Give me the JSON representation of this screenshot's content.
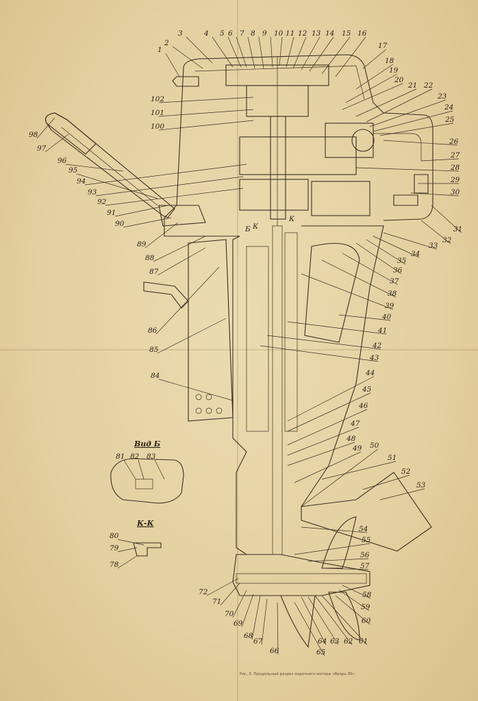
{
  "drawing": {
    "caption": "Рис. 3. Продольный разрез лодочного мотора «Вихрь-30».",
    "views": {
      "view_b": "Вид Б",
      "section_kk": "К-К",
      "section_mark_k": "К",
      "section_mark_b": "Б"
    },
    "callouts": [
      {
        "id": "1",
        "text": "1"
      },
      {
        "id": "2",
        "text": "2"
      },
      {
        "id": "3",
        "text": "3"
      },
      {
        "id": "4",
        "text": "4"
      },
      {
        "id": "5",
        "text": "5"
      },
      {
        "id": "6",
        "text": "6"
      },
      {
        "id": "7",
        "text": "7"
      },
      {
        "id": "8",
        "text": "8"
      },
      {
        "id": "9",
        "text": "9"
      },
      {
        "id": "10",
        "text": "10"
      },
      {
        "id": "11",
        "text": "11"
      },
      {
        "id": "12",
        "text": "12"
      },
      {
        "id": "13",
        "text": "13"
      },
      {
        "id": "14",
        "text": "14"
      },
      {
        "id": "15",
        "text": "15"
      },
      {
        "id": "16",
        "text": "16"
      },
      {
        "id": "17",
        "text": "17"
      },
      {
        "id": "18",
        "text": "18"
      },
      {
        "id": "19",
        "text": "19"
      },
      {
        "id": "20",
        "text": "20"
      },
      {
        "id": "21",
        "text": "21"
      },
      {
        "id": "22",
        "text": "22"
      },
      {
        "id": "23",
        "text": "23"
      },
      {
        "id": "24",
        "text": "24"
      },
      {
        "id": "25",
        "text": "25"
      },
      {
        "id": "26",
        "text": "26"
      },
      {
        "id": "27",
        "text": "27"
      },
      {
        "id": "28",
        "text": "28"
      },
      {
        "id": "29",
        "text": "29"
      },
      {
        "id": "30",
        "text": "30"
      },
      {
        "id": "31",
        "text": "31"
      },
      {
        "id": "32",
        "text": "32"
      },
      {
        "id": "33",
        "text": "33"
      },
      {
        "id": "34",
        "text": "34"
      },
      {
        "id": "35",
        "text": "35"
      },
      {
        "id": "36",
        "text": "36"
      },
      {
        "id": "37",
        "text": "37"
      },
      {
        "id": "38",
        "text": "38"
      },
      {
        "id": "39",
        "text": "39"
      },
      {
        "id": "40",
        "text": "40"
      },
      {
        "id": "41",
        "text": "41"
      },
      {
        "id": "42",
        "text": "42"
      },
      {
        "id": "43",
        "text": "43"
      },
      {
        "id": "44",
        "text": "44"
      },
      {
        "id": "45",
        "text": "45"
      },
      {
        "id": "46",
        "text": "46"
      },
      {
        "id": "47",
        "text": "47"
      },
      {
        "id": "48",
        "text": "48"
      },
      {
        "id": "49",
        "text": "49"
      },
      {
        "id": "50",
        "text": "50"
      },
      {
        "id": "51",
        "text": "51"
      },
      {
        "id": "52",
        "text": "52"
      },
      {
        "id": "53",
        "text": "53"
      },
      {
        "id": "54",
        "text": "54"
      },
      {
        "id": "55",
        "text": "55"
      },
      {
        "id": "56",
        "text": "56"
      },
      {
        "id": "57",
        "text": "57"
      },
      {
        "id": "58",
        "text": "58"
      },
      {
        "id": "59",
        "text": "59"
      },
      {
        "id": "60",
        "text": "60"
      },
      {
        "id": "61",
        "text": "61"
      },
      {
        "id": "62",
        "text": "62"
      },
      {
        "id": "63",
        "text": "63"
      },
      {
        "id": "64",
        "text": "64"
      },
      {
        "id": "65",
        "text": "65"
      },
      {
        "id": "66",
        "text": "66"
      },
      {
        "id": "67",
        "text": "67"
      },
      {
        "id": "68",
        "text": "68"
      },
      {
        "id": "69",
        "text": "69"
      },
      {
        "id": "70",
        "text": "70"
      },
      {
        "id": "71",
        "text": "71"
      },
      {
        "id": "72",
        "text": "72"
      },
      {
        "id": "78",
        "text": "78"
      },
      {
        "id": "79",
        "text": "79"
      },
      {
        "id": "80",
        "text": "80"
      },
      {
        "id": "81",
        "text": "81"
      },
      {
        "id": "82",
        "text": "82"
      },
      {
        "id": "83",
        "text": "83"
      },
      {
        "id": "84",
        "text": "84"
      },
      {
        "id": "85",
        "text": "85"
      },
      {
        "id": "86",
        "text": "86"
      },
      {
        "id": "87",
        "text": "87"
      },
      {
        "id": "88",
        "text": "88"
      },
      {
        "id": "89",
        "text": "89"
      },
      {
        "id": "90",
        "text": "90"
      },
      {
        "id": "91",
        "text": "91"
      },
      {
        "id": "92",
        "text": "92"
      },
      {
        "id": "93",
        "text": "93"
      },
      {
        "id": "94",
        "text": "94"
      },
      {
        "id": "95",
        "text": "95"
      },
      {
        "id": "96",
        "text": "96"
      },
      {
        "id": "97",
        "text": "97"
      },
      {
        "id": "98",
        "text": "98"
      },
      {
        "id": "100",
        "text": "100"
      },
      {
        "id": "101",
        "text": "101"
      },
      {
        "id": "102",
        "text": "102"
      }
    ]
  },
  "colors": {
    "paper": "#e6d3a4",
    "ink": "#3a2e20"
  }
}
